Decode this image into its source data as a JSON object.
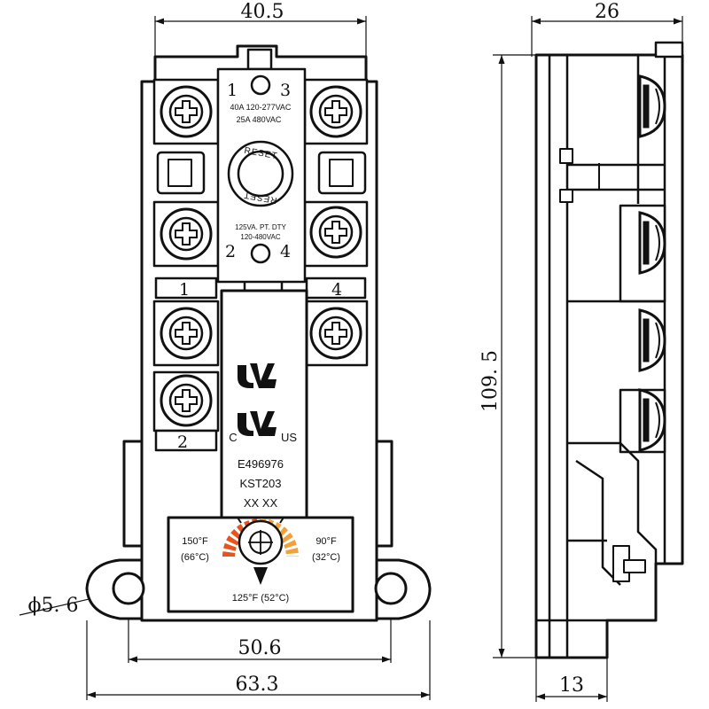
{
  "dimensions": {
    "top_width": "40.5",
    "side_depth": "26",
    "height": "109. 5",
    "hole_spacing": "50.6",
    "base_width": "63.3",
    "side_base": "13",
    "hole_diameter": "ϕ5. 6"
  },
  "front": {
    "terminal_top_left": "1",
    "terminal_top_right": "3",
    "rating_top_line1": "40A  120-277VAC",
    "rating_top_line2": "25A  480VAC",
    "reset_text": "RESET",
    "rating_mid_line1": "125VA. PT. DTY",
    "rating_mid_line2": "120-480VAC",
    "terminal_mid_left": "2",
    "terminal_mid_right": "4",
    "terminal_low_left": "1",
    "terminal_low_right": "4",
    "terminal_bottom_left": "2",
    "cert_prefix": "C",
    "cert_suffix": "US",
    "file_number": "E496976",
    "model": "KST203",
    "code": "XX  XX",
    "temp_high_f": "150°F",
    "temp_high_c": "(66°C)",
    "temp_low_f": "90°F",
    "temp_low_c": "(32°C)",
    "temp_mid": "125°F (52°C)"
  },
  "colors": {
    "line": "#111111",
    "dial_hot": "#e8541d",
    "dial_warm": "#f2a13a"
  }
}
